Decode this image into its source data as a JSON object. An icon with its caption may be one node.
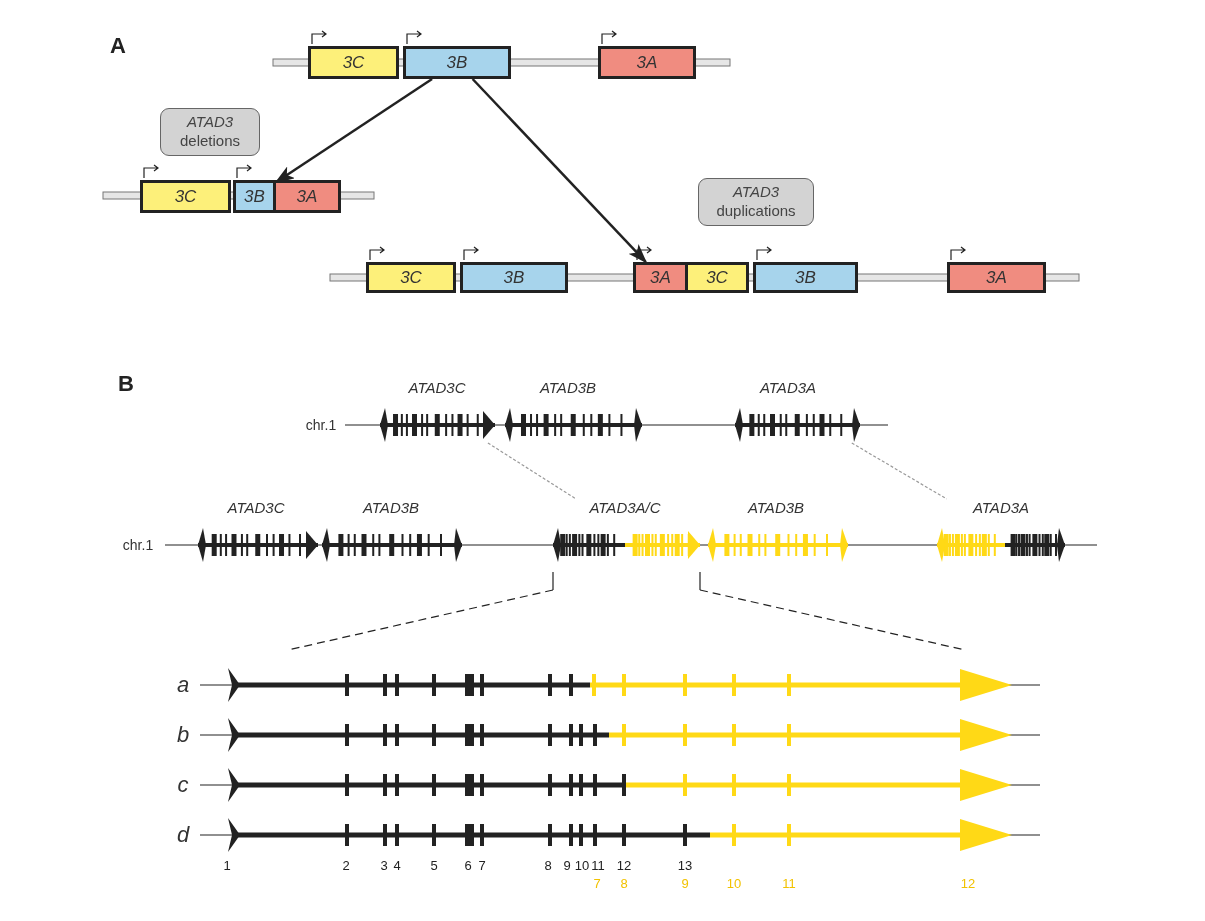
{
  "diagram": {
    "nodes": [
      {
        "text": [
          "3C"
        ]
      },
      {
        "text": [
          "3B"
        ]
      },
      {
        "text": [
          "3A"
        ]
      },
      {
        "text": [
          "*ATAD3* deletions"
        ]
      },
      {
        "text": [
          "3C"
        ]
      },
      {
        "text": [
          "3B"
        ]
      },
      {
        "text": [
          "3A"
        ]
      },
      {
        "text": [
          "*ATAD3* duplications"
        ]
      },
      {
        "text": [
          "3C"
        ]
      },
      {
        "text": [
          "3B"
        ]
      },
      {
        "text": [
          "3A"
        ]
      },
      {
        "text": [
          "3C"
        ]
      },
      {
        "text": [
          "3B"
        ]
      },
      {
        "text": [
          "3A"
        ]
      },
      {
        "text": [
          "ATAD3C"
        ]
      },
      {
        "text": [
          "ATAD3B"
        ]
      },
      {
        "text": [
          "ATAD3A"
        ]
      },
      {
        "text": [
          "ATAD3C"
        ]
      },
      {
        "text": [
          "ATAD3B"
        ]
      },
      {
        "text": [
          "ATAD3A/C"
        ]
      },
      {
        "text": [
          "ATAD3B"
        ]
      },
      {
        "text": [
          "ATAD3A"
        ]
      }
    ],
    "edges": [
      {
        "from": 1,
        "to": 5,
        "arrow": "to"
      },
      {
        "from": 1,
        "to": 10,
        "arrow": "to"
      },
      {
        "from": 14,
        "to": 19,
        "arrow": "none",
        "style": "dashed",
        "color": "#999999"
      },
      {
        "from": 16,
        "to": 21,
        "arrow": "none",
        "style": "dashed",
        "color": "#999999"
      }
    ],
    "labels": [
      "A",
      "B",
      "chr.1",
      "chr.1",
      "a",
      "b",
      "c",
      "d",
      "1",
      "2",
      "3",
      "4",
      "5",
      "6",
      "7",
      "8",
      "9",
      "10",
      "11",
      "12",
      "13",
      "7",
      "8",
      "9",
      "10",
      "11",
      "12"
    ]
  }
}
